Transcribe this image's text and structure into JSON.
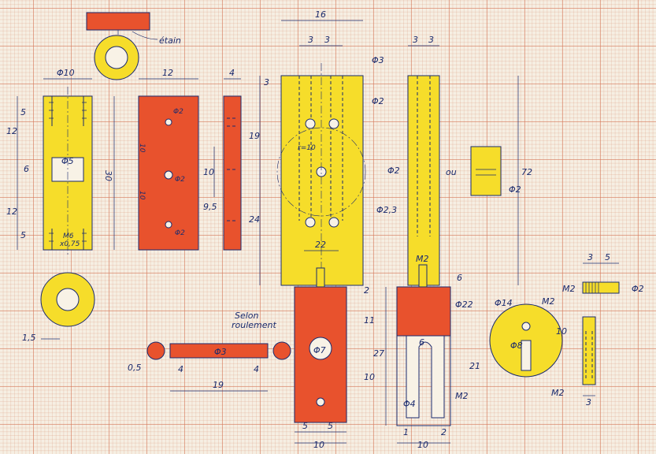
{
  "colors": {
    "yellow": "#f6dd2a",
    "red": "#e8522d",
    "ink": "#1b2b6e",
    "paper": "#f6efe3"
  },
  "labels": {
    "etain": "étain",
    "selon_roulement_1": "Selon",
    "selon_roulement_2": "roulement",
    "ou": "ou",
    "r10": "r=10"
  },
  "dims": {
    "d_phi10": "Φ10",
    "d_12_top": "12",
    "d_4_top": "4",
    "d_16": "16",
    "d_3a": "3",
    "d_3b": "3",
    "d_3c": "3",
    "d_3d": "3",
    "d_5a": "5",
    "d_12a": "12",
    "d_6": "6",
    "d_12b": "12",
    "d_5b": "5",
    "d_phi5": "Φ5",
    "d_30": "30",
    "d_m6": "M6",
    "d_x075": "x0,75",
    "d_phi2a": "Φ2",
    "d_phi2b": "Φ2",
    "d_phi2c": "Φ2",
    "d_10a": "10",
    "d_9_5": "9,5",
    "d_10b": "10",
    "d_10c": "10",
    "d_phi3a": "Φ3",
    "d_phi2d": "Φ2",
    "d_19": "19",
    "d_24": "24",
    "d_3e": "3",
    "d_phi2e": "Φ2",
    "d_phi23": "Φ2,3",
    "d_22": "22",
    "d_72": "72",
    "d_phi2f": "Φ2",
    "d_m2a": "M2",
    "d_6b": "6",
    "d_phi22": "Φ22",
    "d_phi14": "Φ14",
    "d_m2b": "M2",
    "d_phi8": "Φ8",
    "d_10d": "10",
    "d_m2c": "M2",
    "d_3f": "3",
    "d_5c": "5",
    "d_m2d": "M2",
    "d_phi2g": "Φ2",
    "d_3g": "3",
    "d_15": "1,5",
    "d_05": "0,5",
    "d_4a": "4",
    "d_phi3b": "Φ3",
    "d_4b": "4",
    "d_19b": "19",
    "d_phi7": "Φ7",
    "d_2": "2",
    "d_11": "11",
    "d_27": "27",
    "d_10e": "10",
    "d_5d": "5",
    "d_5e": "5",
    "d_10f": "10",
    "d_6c": "6",
    "d_21": "21",
    "d_m2e": "M2",
    "d_phi4": "Φ4",
    "d_1": "1",
    "d_2b": "2",
    "d_10g": "10"
  }
}
